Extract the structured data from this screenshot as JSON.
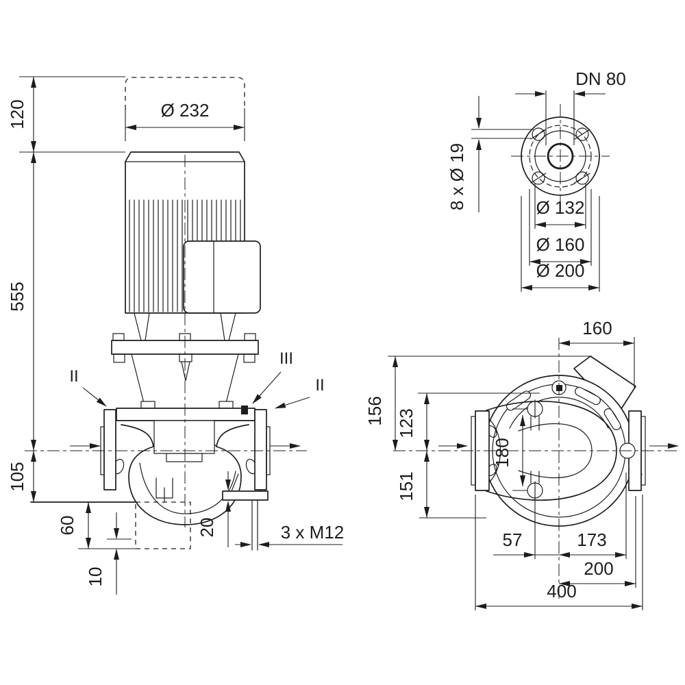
{
  "drawing": {
    "side_view": {
      "ext_height": "120",
      "motor_diameter": "Ø 232",
      "height_to_axis": "555",
      "axis_to_base": "105",
      "base_offset": "60",
      "foot_gap": "10",
      "pad_thickness": "20",
      "anchor_bolts": "3 x M12",
      "port_label_left": "II",
      "vent_label": "III",
      "port_label_right": "II"
    },
    "flange_view": {
      "nominal": "DN 80",
      "bolt_holes": "8 x Ø 19",
      "raised_face": "Ø 132",
      "bolt_circle": "Ø 160",
      "outer_diameter": "Ø 200"
    },
    "top_view": {
      "box_width": "160",
      "top_to_axis": "156",
      "ring_to_axis": "123",
      "port_span": "180",
      "axis_to_bottom": "151",
      "bolt_to_axis": "57",
      "axis_to_edge": "173",
      "axis_to_flange": "200",
      "overall_length": "400"
    },
    "colors": {
      "line": "#1d1d1d",
      "background": "#ffffff"
    }
  }
}
